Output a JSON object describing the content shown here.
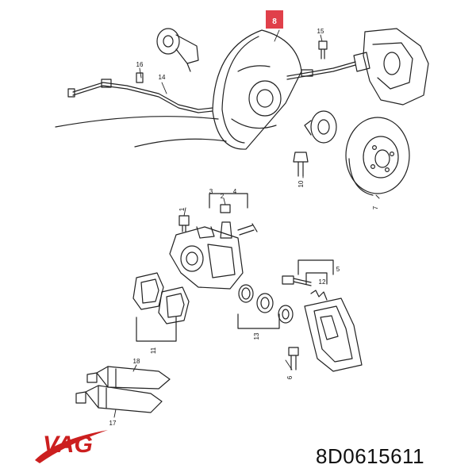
{
  "brand": {
    "name": "VAG",
    "color": "#cc1f1f"
  },
  "part_number": "8D0615611",
  "highlight": {
    "label": "8",
    "color": "#e0404a"
  },
  "callouts": [
    {
      "id": "c1",
      "label": "1"
    },
    {
      "id": "c2",
      "label": "2"
    },
    {
      "id": "c3",
      "label": "3"
    },
    {
      "id": "c4",
      "label": "4"
    },
    {
      "id": "c5",
      "label": "5"
    },
    {
      "id": "c6",
      "label": "6"
    },
    {
      "id": "c7",
      "label": "7"
    },
    {
      "id": "c10",
      "label": "10"
    },
    {
      "id": "c11",
      "label": "11"
    },
    {
      "id": "c12",
      "label": "12"
    },
    {
      "id": "c13",
      "label": "13"
    },
    {
      "id": "c14",
      "label": "14"
    },
    {
      "id": "c15",
      "label": "15"
    },
    {
      "id": "c16",
      "label": "16"
    },
    {
      "id": "c17",
      "label": "17"
    },
    {
      "id": "c18",
      "label": "18"
    }
  ]
}
